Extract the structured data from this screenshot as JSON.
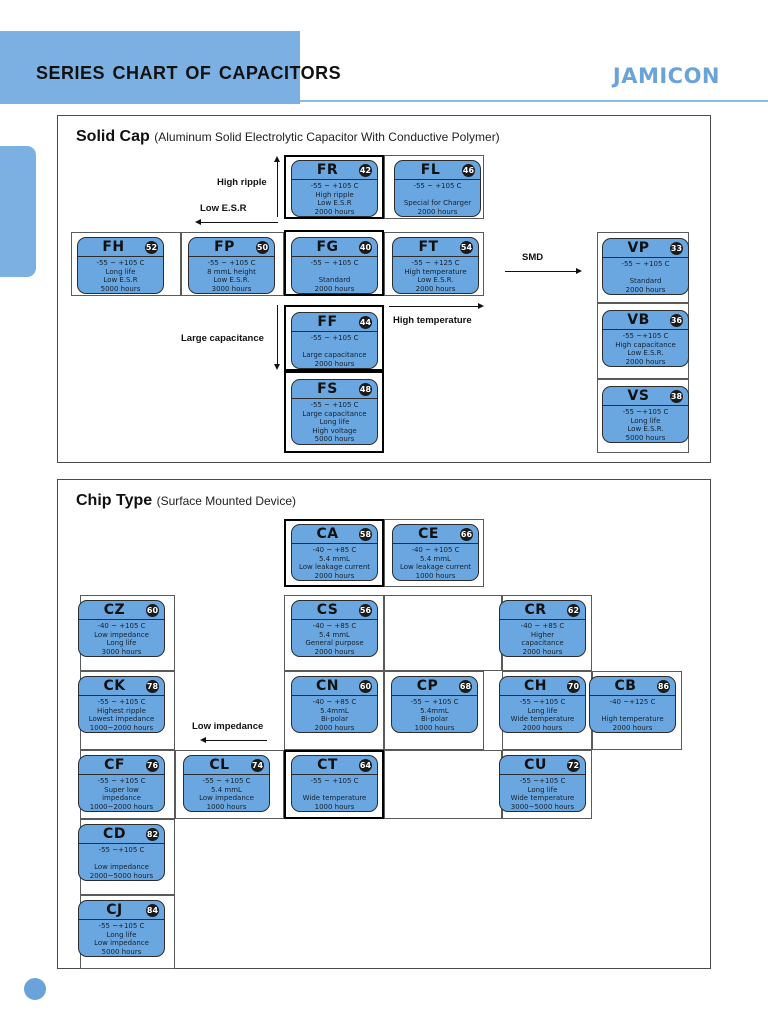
{
  "header": {
    "title": "Series chart of capacitors",
    "logo": "JAMICON"
  },
  "sections": [
    {
      "id": "solid-cap",
      "title": "Solid Cap",
      "subtitle": "(Aluminum Solid Electrolytic Capacitor With Conductive Polymer)",
      "arrows": [
        {
          "label": "High ripple",
          "direction": "up"
        },
        {
          "label": "Low E.S.R",
          "direction": "left"
        },
        {
          "label": "Large capacitance",
          "direction": "down"
        },
        {
          "label": "High temperature",
          "direction": "right"
        },
        {
          "label": "SMD",
          "direction": "right"
        }
      ],
      "chips": [
        {
          "code": "FR",
          "num": "42",
          "lines": [
            "-55 ~ +105 C",
            "High ripple",
            "Low E.S.R",
            "2000 hours"
          ],
          "highlight": true
        },
        {
          "code": "FL",
          "num": "46",
          "lines": [
            "-55 ~ +105 C",
            "",
            "Special for Charger",
            "2000 hours"
          ],
          "highlight": false
        },
        {
          "code": "FH",
          "num": "52",
          "lines": [
            "-55 ~ +105 C",
            "Long life",
            "Low E.S.R",
            "5000 hours"
          ],
          "highlight": false
        },
        {
          "code": "FP",
          "num": "50",
          "lines": [
            "-55 ~ +105 C",
            "8 mmL height",
            "Low E.S.R.",
            "3000 hours"
          ],
          "highlight": false
        },
        {
          "code": "FG",
          "num": "40",
          "lines": [
            "-55 ~ +105 C",
            "",
            "Standard",
            "2000 hours"
          ],
          "highlight": true
        },
        {
          "code": "FT",
          "num": "54",
          "lines": [
            "-55 ~ +125 C",
            "High temperature",
            "Low E.S.R.",
            "2000 hours"
          ],
          "highlight": false
        },
        {
          "code": "FF",
          "num": "44",
          "lines": [
            "-55 ~ +105 C",
            "",
            "Large capacitance",
            "2000 hours"
          ],
          "highlight": true
        },
        {
          "code": "FS",
          "num": "48",
          "lines": [
            "-55 ~ +105 C",
            "Large capacitance",
            "Long life",
            "High voltage",
            "5000 hours"
          ],
          "highlight": true
        },
        {
          "code": "VP",
          "num": "33",
          "lines": [
            "-55 ~ +105 C",
            "",
            "Standard",
            "2000 hours"
          ],
          "highlight": false
        },
        {
          "code": "VB",
          "num": "36",
          "lines": [
            "-55 ~+105 C",
            "High capacitance",
            "Low E.S.R.",
            "2000 hours"
          ],
          "highlight": false
        },
        {
          "code": "VS",
          "num": "38",
          "lines": [
            "-55 ~+105 C",
            "Long life",
            "Low E.S.R.",
            "5000 hours"
          ],
          "highlight": false
        }
      ]
    },
    {
      "id": "chip-type",
      "title": "Chip Type",
      "subtitle": "(Surface Mounted Device)",
      "arrows": [
        {
          "label": "Low impedance",
          "direction": "left"
        }
      ],
      "chips": [
        {
          "code": "CA",
          "num": "58",
          "lines": [
            "-40 ~ +85 C",
            "5.4 mmL",
            "Low leakage current",
            "2000 hours"
          ],
          "highlight": true
        },
        {
          "code": "CE",
          "num": "66",
          "lines": [
            "-40 ~ +105 C",
            "5.4 mmL",
            "Low leakage current",
            "1000 hours"
          ],
          "highlight": false
        },
        {
          "code": "CZ",
          "num": "60",
          "lines": [
            "-40 ~ +105 C",
            "Low impedance",
            "Long life",
            "3000 hours"
          ],
          "highlight": false
        },
        {
          "code": "CS",
          "num": "56",
          "lines": [
            "-40 ~ +85 C",
            "5.4 mmL",
            "General purpose",
            "2000 hours"
          ],
          "highlight": false
        },
        {
          "code": "CR",
          "num": "62",
          "lines": [
            "-40 ~ +85 C",
            "Higher",
            "capacitance",
            "2000 hours"
          ],
          "highlight": false
        },
        {
          "code": "CK",
          "num": "78",
          "lines": [
            "-55 ~ +105 C",
            "Highest ripple",
            "Lowest impedance",
            "1000~2000 hours"
          ],
          "highlight": false
        },
        {
          "code": "CN",
          "num": "60",
          "lines": [
            "-40 ~ +85 C",
            "5.4mmL",
            "Bi-polar",
            "2000 hours"
          ],
          "highlight": false
        },
        {
          "code": "CP",
          "num": "68",
          "lines": [
            "-55 ~ +105 C",
            "5.4mmL",
            "Bi-polar",
            "1000 hours"
          ],
          "highlight": false
        },
        {
          "code": "CH",
          "num": "70",
          "lines": [
            "-55 ~+105 C",
            "Long life",
            "Wide temperature",
            "2000 hours"
          ],
          "highlight": false
        },
        {
          "code": "CB",
          "num": "86",
          "lines": [
            "-40 ~+125 C",
            "",
            "High temperature",
            "2000 hours"
          ],
          "highlight": false
        },
        {
          "code": "CF",
          "num": "76",
          "lines": [
            "-55 ~ +105 C",
            "Super low",
            "impedance",
            "1000~2000 hours"
          ],
          "highlight": false
        },
        {
          "code": "CL",
          "num": "74",
          "lines": [
            "-55 ~ +105 C",
            "5.4 mmL",
            "Low impedance",
            "1000 hours"
          ],
          "highlight": false
        },
        {
          "code": "CT",
          "num": "64",
          "lines": [
            "-55 ~ +105 C",
            "",
            "Wide temperature",
            "1000 hours"
          ],
          "highlight": true
        },
        {
          "code": "CU",
          "num": "72",
          "lines": [
            "-55 ~+105 C",
            "Long life",
            "Wide temperature",
            "3000~5000 hours"
          ],
          "highlight": false
        },
        {
          "code": "CD",
          "num": "82",
          "lines": [
            "-55 ~+105 C",
            "",
            "Low impedance",
            "2000~5000 hours"
          ],
          "highlight": false
        },
        {
          "code": "CJ",
          "num": "84",
          "lines": [
            "-55 ~+105 C",
            "Long life",
            "Low impedance",
            "5000 hours"
          ],
          "highlight": false
        }
      ]
    }
  ],
  "colors": {
    "chip_blue": "#6aa7e0",
    "header_blue": "#7cb0e3",
    "logo_blue": "#6aa3da"
  }
}
